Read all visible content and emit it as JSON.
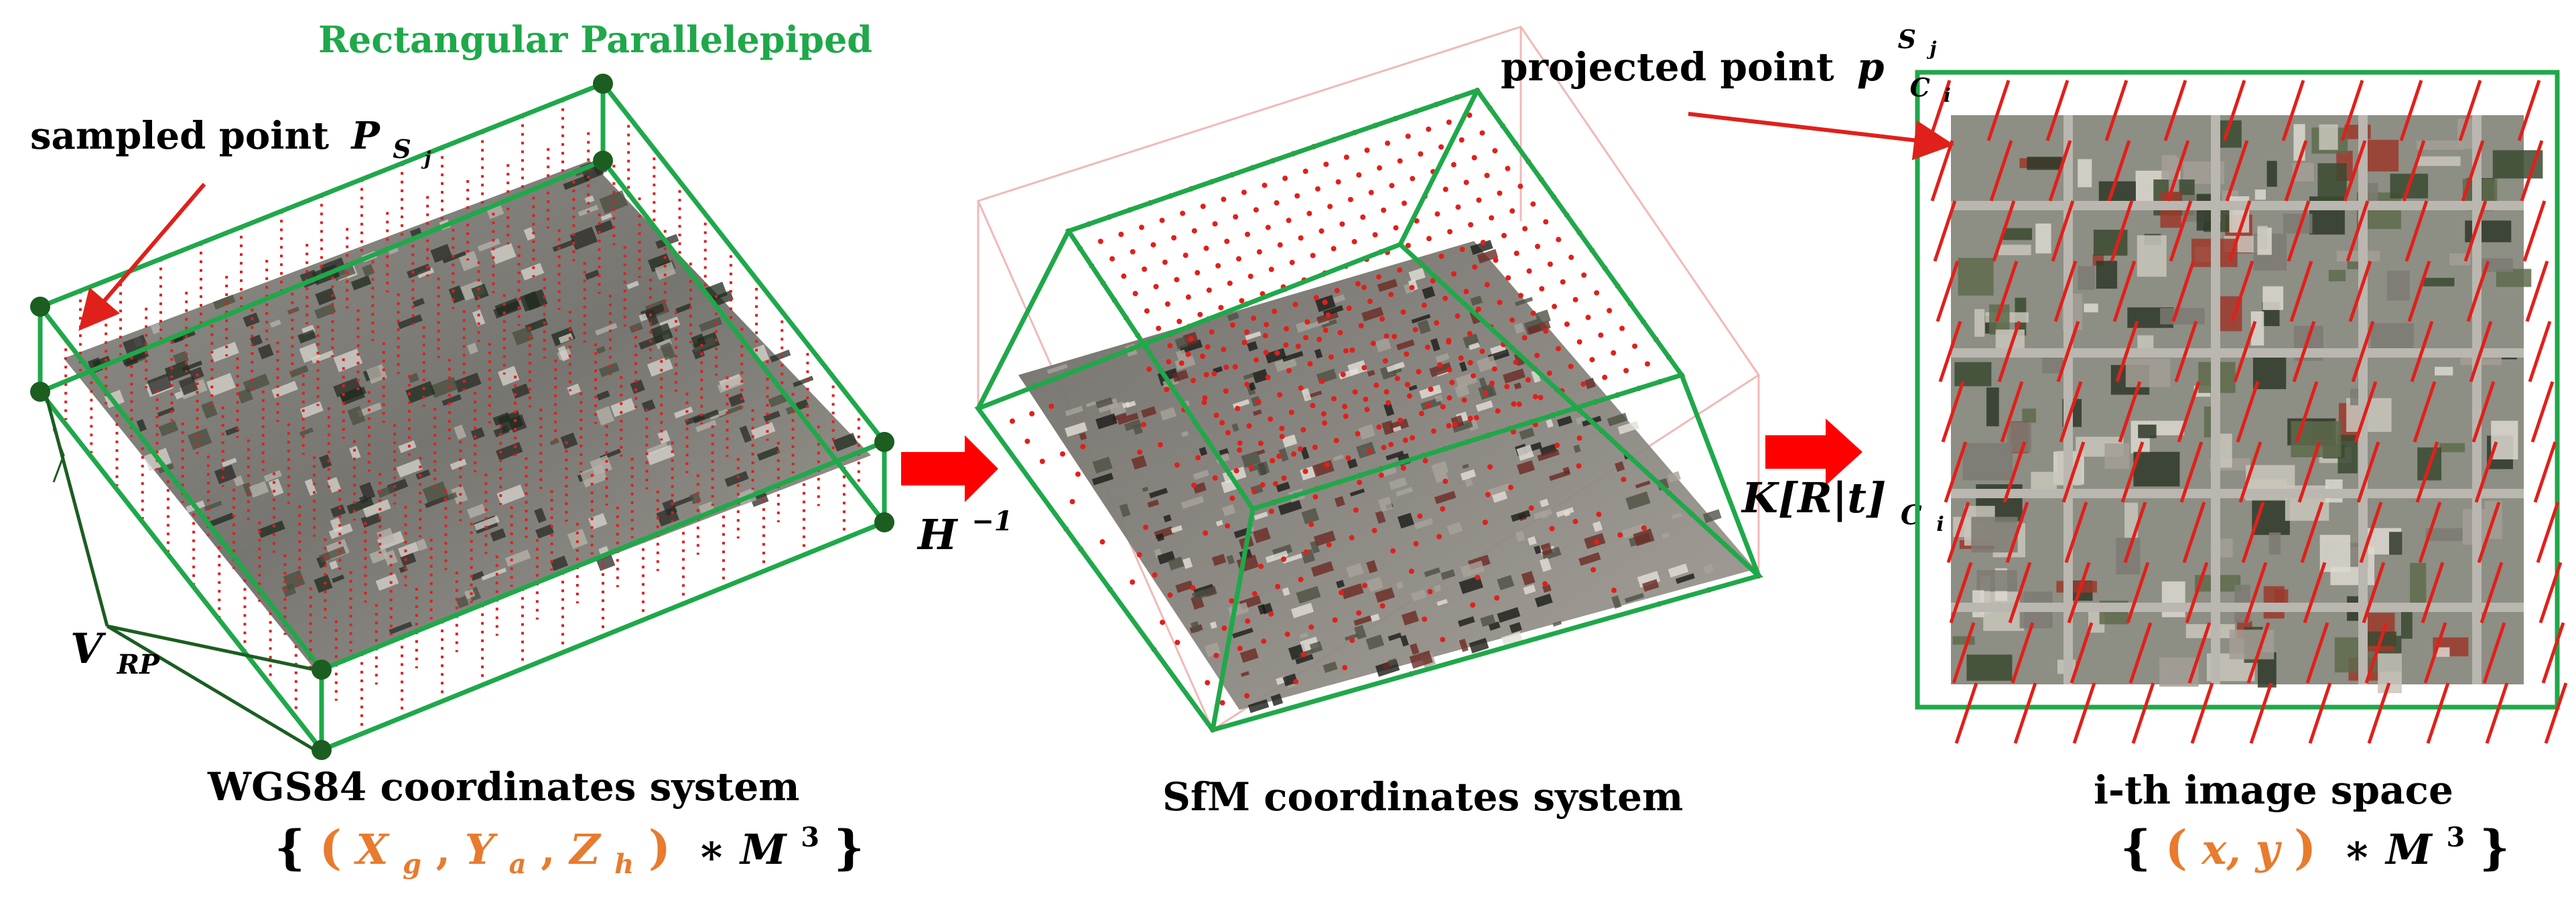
{
  "labels": {
    "rp_title": "Rectangular Parallelepiped",
    "sampled_point": "sampled point",
    "sampled_symbol": "P",
    "sampled_sub": "S",
    "sampled_subsub": "j",
    "v_rp": "V",
    "v_rp_sub": "RP",
    "h_inverse": "H",
    "h_inverse_sup": "−1",
    "projected_point": "projected point",
    "projected_symbol": "p",
    "projected_sup": "S",
    "projected_sup_sub": "j",
    "projected_sub": "C",
    "projected_sub_sub": "i",
    "krt": "K[R|t]",
    "krt_sub": "C",
    "krt_sub_sub": "i",
    "wgs84_title": "WGS84 coordinates system",
    "wgs84_set_open": "{(",
    "wgs84_set_vars": "X",
    "wgs84_set_close": ") ∗ M",
    "sfm_title": "SfM coordinates system",
    "image_title": "i-th image space",
    "image_set_open": "{(",
    "image_set_vars": "x, y",
    "image_set_close": ") ∗ M",
    "cube": "3",
    "close_brace": "}"
  },
  "colors": {
    "box_green": "#1fa84a",
    "vertex_green": "#1b5e20",
    "point_red": "#e0201b",
    "arrow_red": "#ff0000",
    "math_orange": "#e87b2e"
  }
}
